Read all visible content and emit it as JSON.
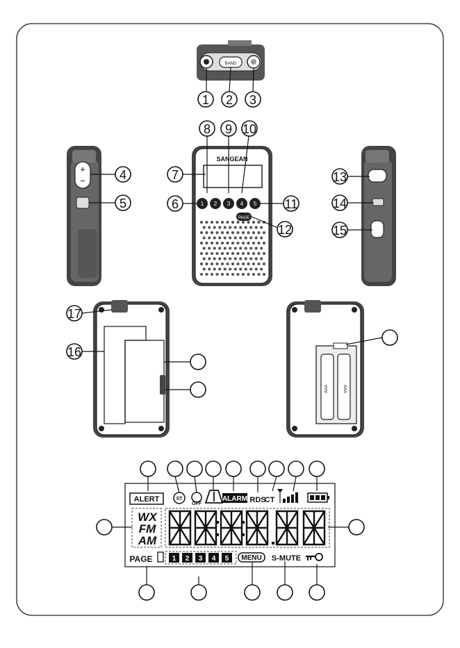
{
  "top_view": {
    "band_label": "BAND",
    "callouts": [
      "1",
      "2",
      "3"
    ]
  },
  "front_view": {
    "brand": "SANGEAN",
    "page_label": "PAGE",
    "preset_labels": [
      "1",
      "2",
      "3",
      "4",
      "5"
    ],
    "callouts": [
      "6",
      "7",
      "8",
      "9",
      "10",
      "11",
      "12"
    ]
  },
  "left_side": {
    "plus": "+",
    "minus": "−",
    "callouts": [
      "4",
      "5"
    ]
  },
  "right_side": {
    "callouts": [
      "13",
      "14",
      "15"
    ]
  },
  "back_view": {
    "callouts": [
      "16",
      "17"
    ],
    "battery_label_1": "AAA",
    "battery_label_2": "AAA"
  },
  "lcd": {
    "alert": "ALERT",
    "stereo": "ST",
    "off": "OFF",
    "alarm": "ALARM",
    "rds": "RDS",
    "ct": "CT",
    "wx": "WX",
    "fm": "FM",
    "am": "AM",
    "page": "PAGE",
    "presets": [
      "1",
      "2",
      "3",
      "4",
      "5"
    ],
    "menu": "MENU",
    "smute": "S-MUTE"
  }
}
